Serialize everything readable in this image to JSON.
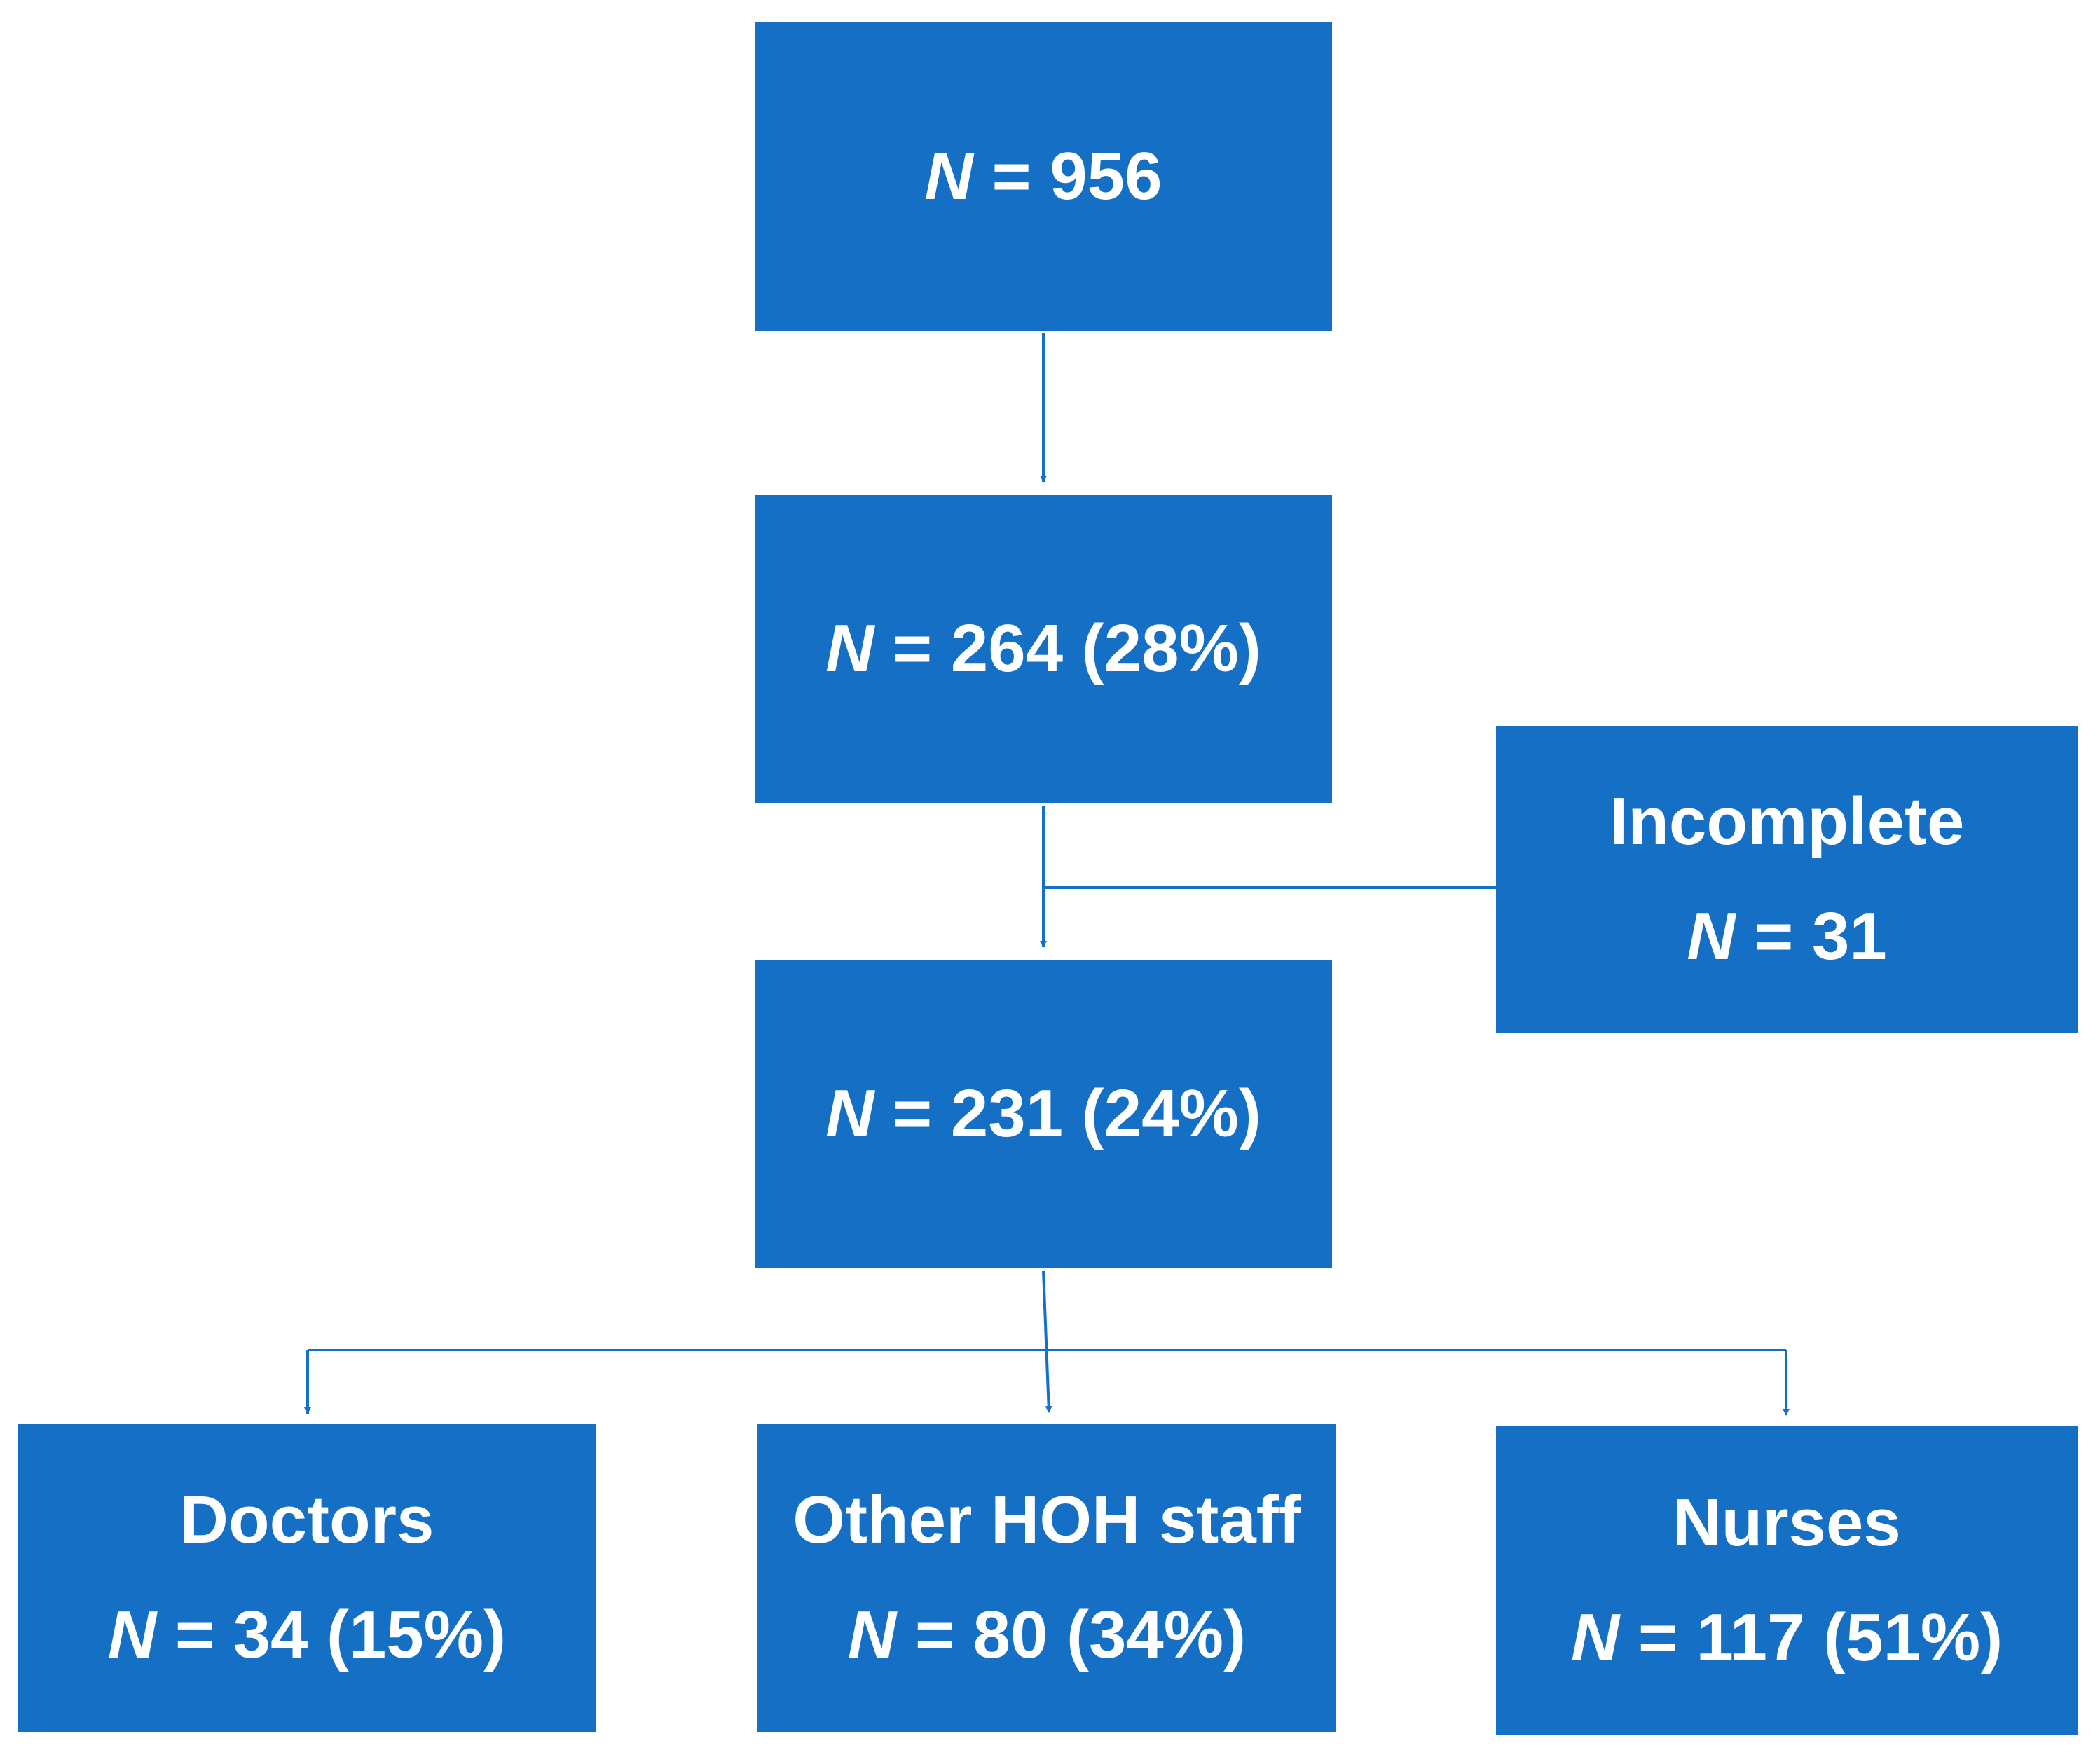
{
  "colors": {
    "box_fill": "#1570C5",
    "box_text": "#FFFFFF",
    "connector": "#1570C5"
  },
  "nodes": {
    "total": {
      "n_symbol": "N",
      "n_text": " = 956"
    },
    "responded": {
      "n_symbol": "N",
      "n_text": " = 264 (28%)"
    },
    "incomplete": {
      "label": "Incomplete",
      "n_symbol": "N",
      "n_text": " = 31"
    },
    "included": {
      "n_symbol": "N",
      "n_text": " = 231 (24%)"
    },
    "doctors": {
      "label": "Doctors",
      "n_symbol": "N",
      "n_text": " = 34 (15%)"
    },
    "other_staff": {
      "label": "Other HOH staff",
      "n_symbol": "N",
      "n_text": " = 80 (34%)"
    },
    "nurses": {
      "label": "Nurses",
      "n_symbol": "N",
      "n_text": " = 117 (51%)"
    }
  }
}
